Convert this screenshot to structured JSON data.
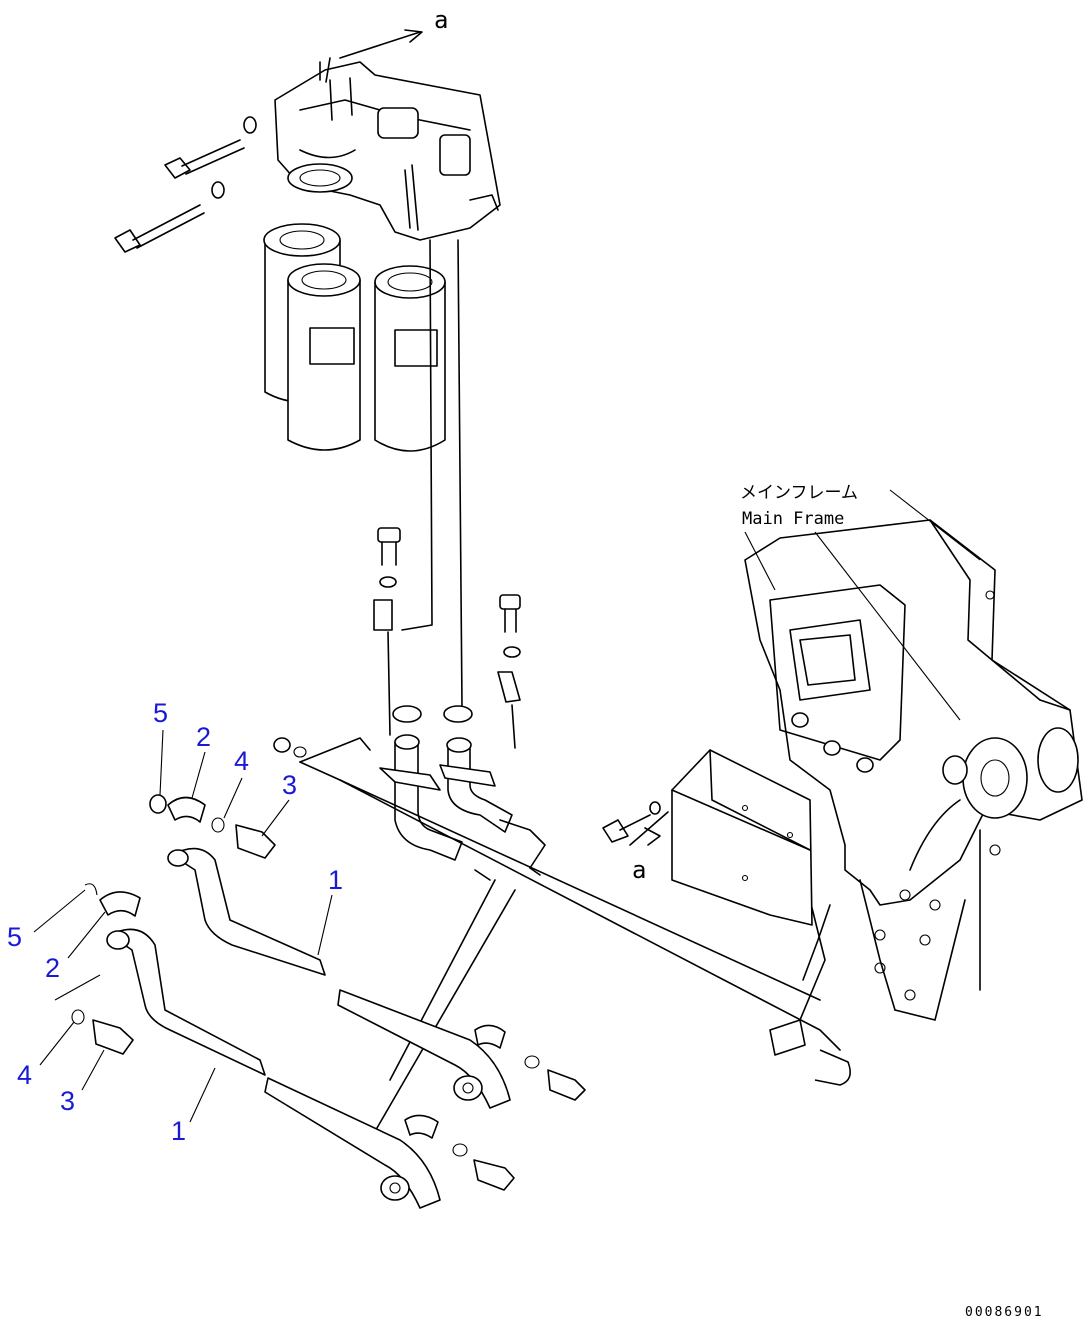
{
  "labels": {
    "main_frame_jp": "メインフレーム",
    "main_frame_en": "Main Frame",
    "ref_a_top": "a",
    "ref_a_right": "a",
    "drawing_number": "00086901"
  },
  "callouts": [
    {
      "id": "c5a",
      "text": "5"
    },
    {
      "id": "c2a",
      "text": "2"
    },
    {
      "id": "c4a",
      "text": "4"
    },
    {
      "id": "c3a",
      "text": "3"
    },
    {
      "id": "c1a",
      "text": "1"
    },
    {
      "id": "c5b",
      "text": "5"
    },
    {
      "id": "c2b",
      "text": "2"
    },
    {
      "id": "c4b",
      "text": "4"
    },
    {
      "id": "c3b",
      "text": "3"
    },
    {
      "id": "c1b",
      "text": "1"
    }
  ]
}
